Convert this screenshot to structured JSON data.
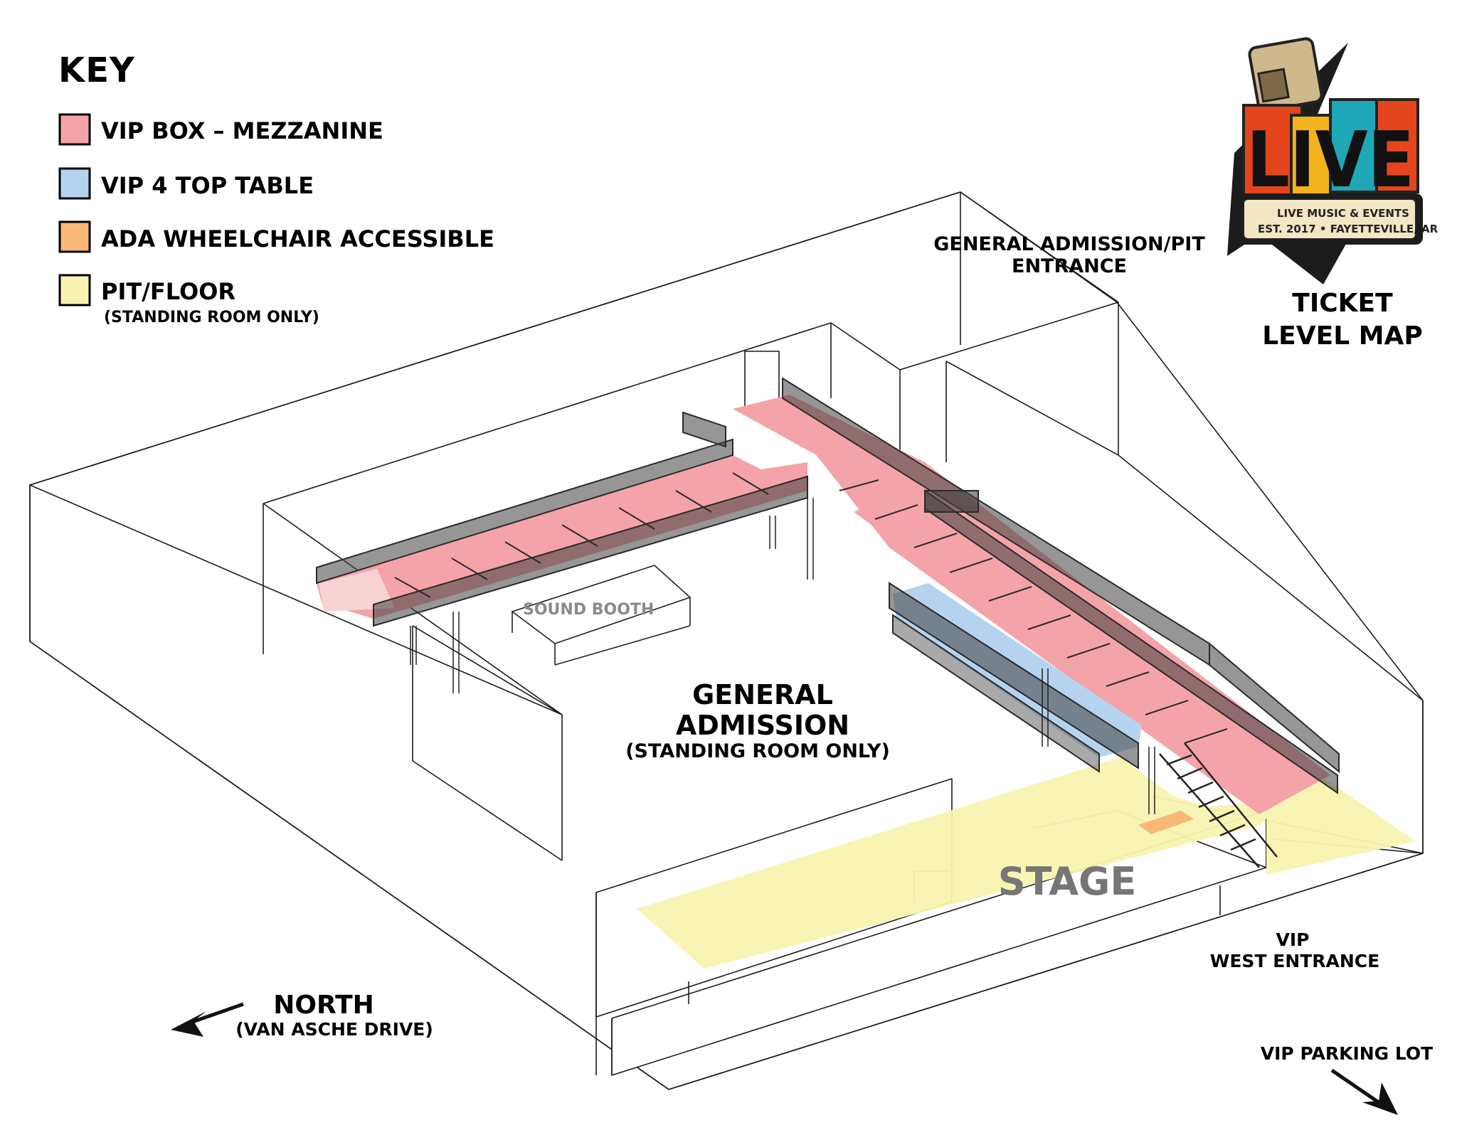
{
  "key": {
    "title": "KEY",
    "items": [
      {
        "label": "VIP BOX – MEZZANINE",
        "color": "#f4a3a8"
      },
      {
        "label": "VIP 4 TOP TABLE",
        "color": "#b5d3ee"
      },
      {
        "label": "ADA WHEELCHAIR ACCESSIBLE",
        "color": "#f9b877"
      },
      {
        "label": "PIT/FLOOR",
        "sublabel": "(STANDING ROOM ONLY)",
        "color": "#f8f3b0"
      }
    ]
  },
  "logo": {
    "word": "LIVE",
    "banner_line1": "LIVE MUSIC & EVENTS",
    "banner_line2": "EST. 2017 • FAYETTEVILLE, AR",
    "letter_colors": [
      "#e4451d",
      "#f2b31d",
      "#1ea7b7",
      "#e4451d"
    ],
    "marquee_color": "#f2e6c4"
  },
  "title": {
    "line1": "TICKET",
    "line2": "LEVEL MAP"
  },
  "labels": {
    "ga_entrance_line1": "GENERAL ADMISSION/PIT",
    "ga_entrance_line2": "ENTRANCE",
    "sound_booth": "SOUND BOOTH",
    "general_admission_line1": "GENERAL",
    "general_admission_line2": "ADMISSION",
    "general_admission_sub": "(STANDING ROOM ONLY)",
    "stage": "STAGE",
    "vip_west_line1": "VIP",
    "vip_west_line2": "WEST ENTRANCE",
    "north_line1": "NORTH",
    "north_line2": "(VAN ASCHE DRIVE)",
    "vip_parking": "VIP PARKING LOT"
  },
  "colors": {
    "vip_box": "#f4a3a8",
    "vip_table": "#b5d3ee",
    "ada": "#f9b877",
    "pit": "#f8f3b0",
    "stage_text": "#767676",
    "booth_text": "#8a8a8a",
    "rail": "#2a2a2a"
  }
}
